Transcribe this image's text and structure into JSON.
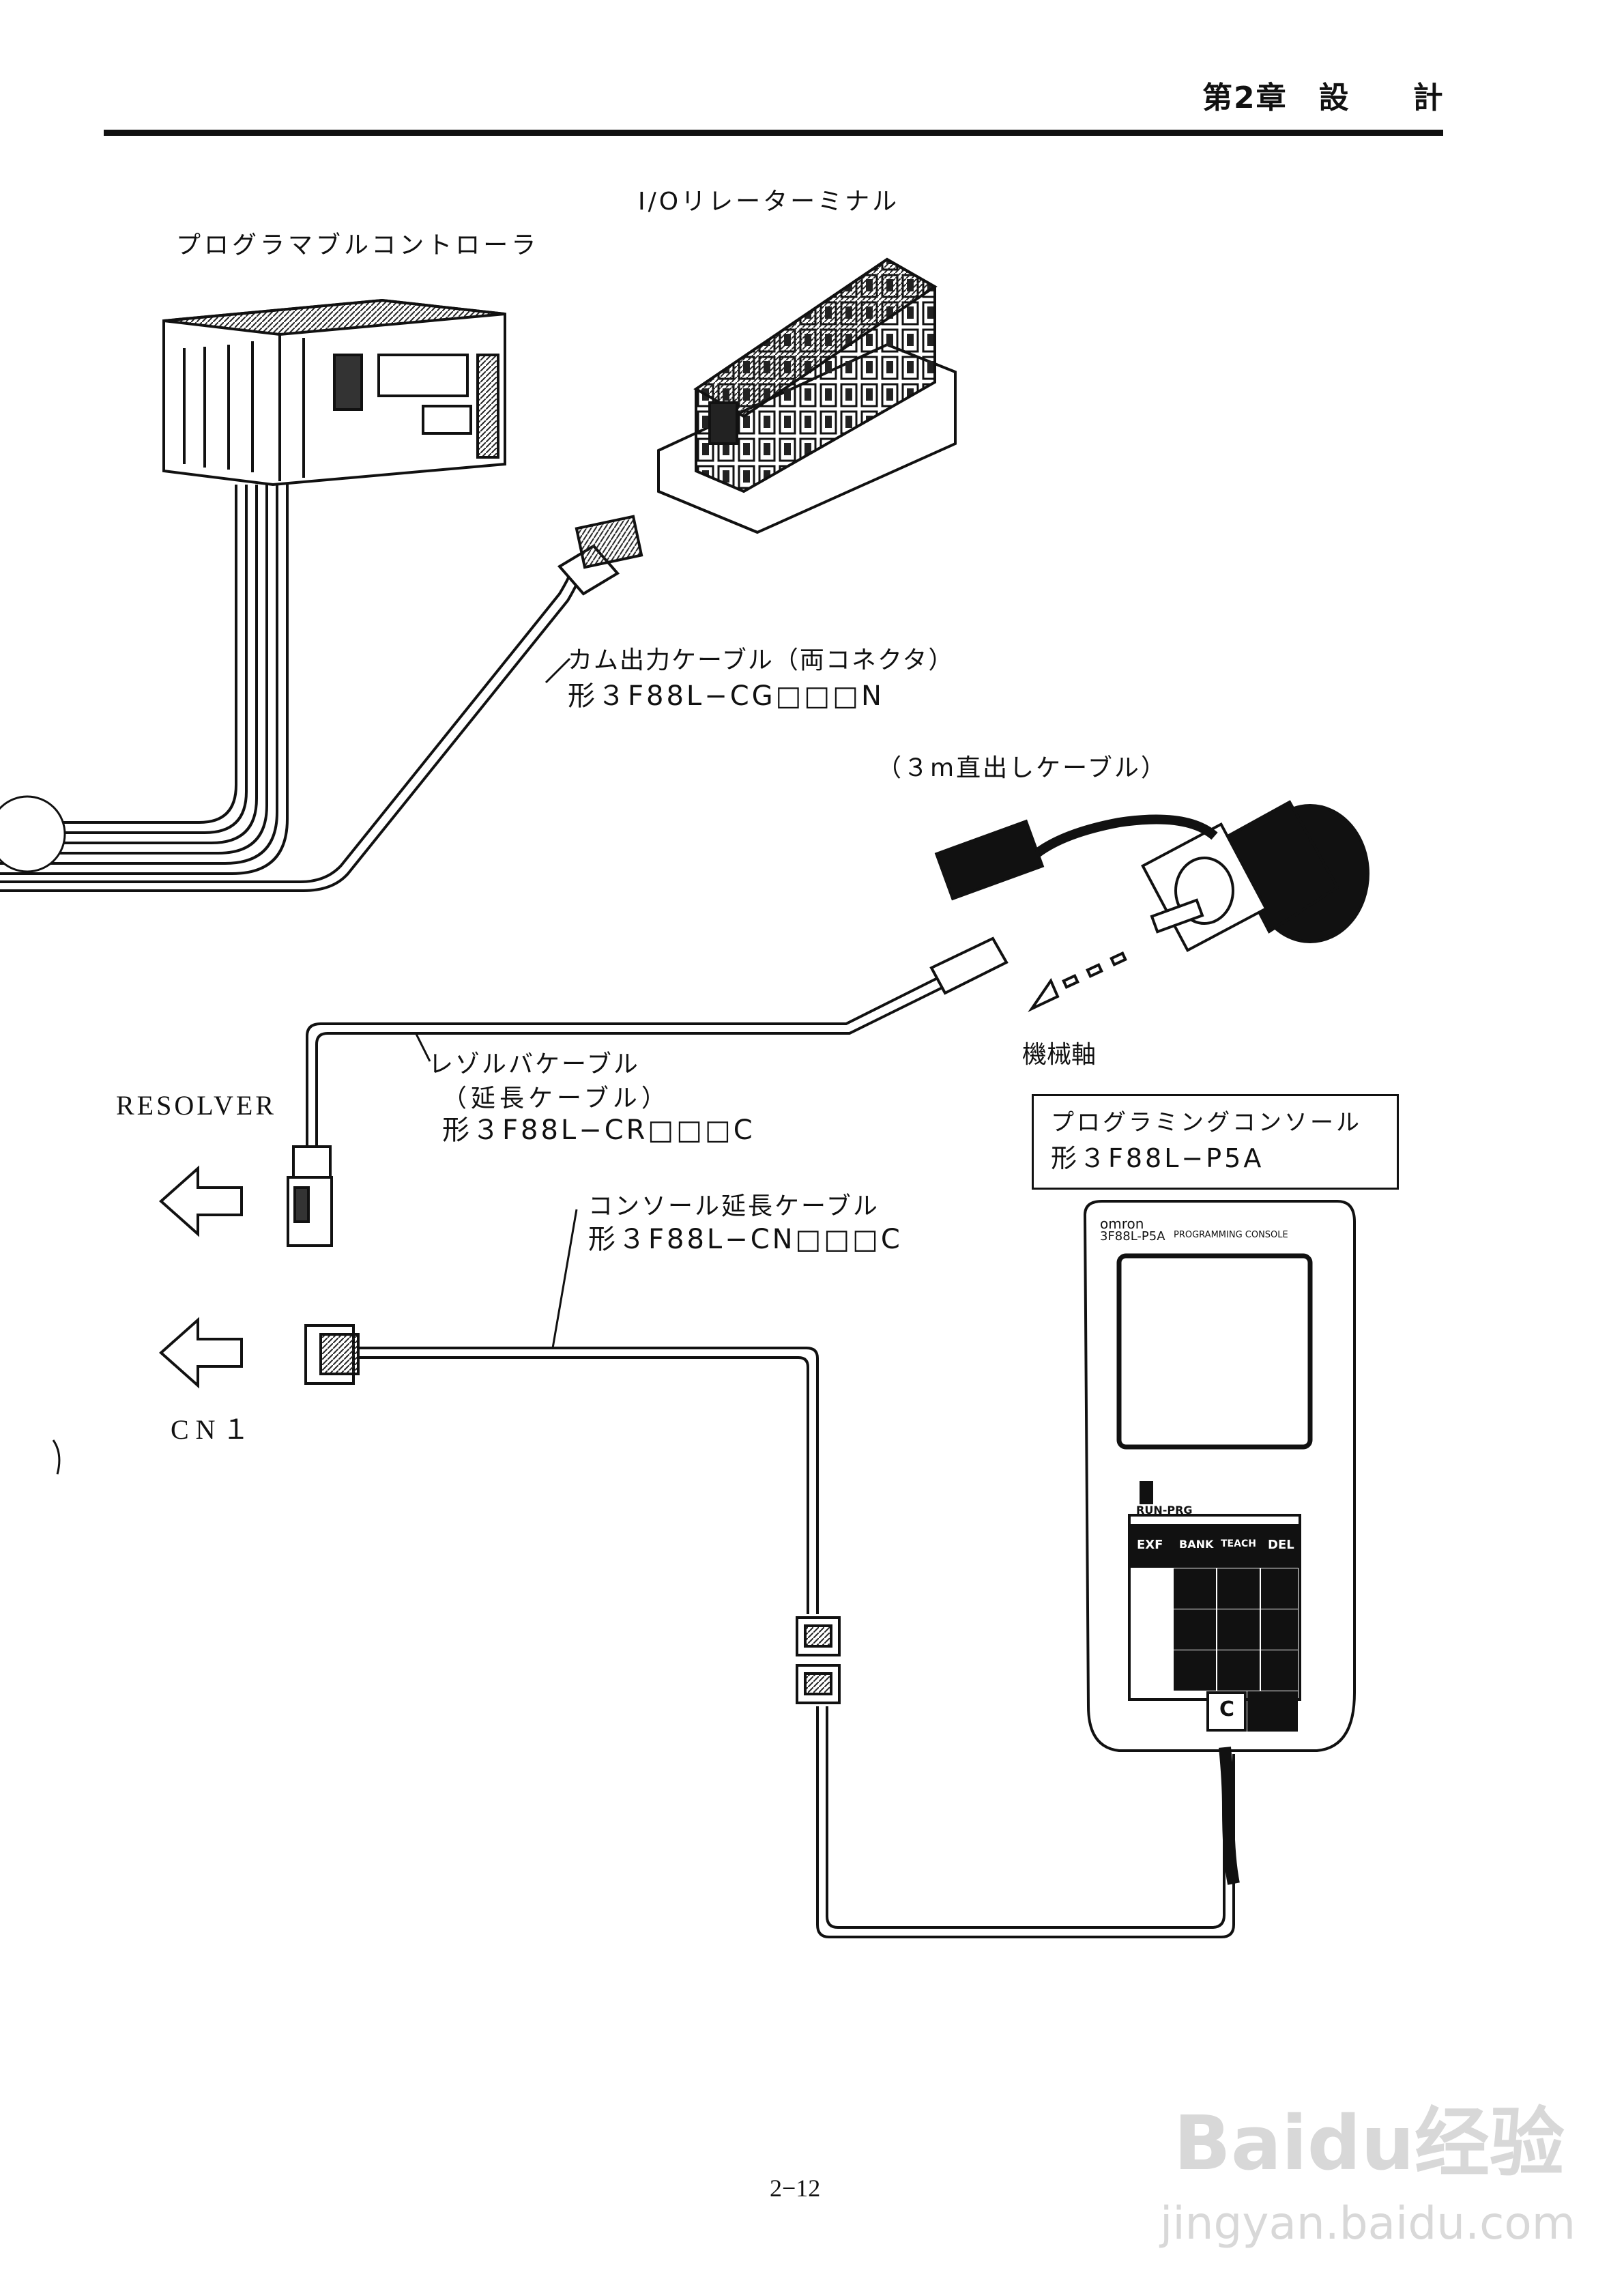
{
  "header": {
    "chapter": "第2章　設　　計"
  },
  "labels": {
    "plc": "プログラマブルコントローラ",
    "io_terminal": "I/Oリレーターミナル",
    "cam_cable_name": "カム出力ケーブル（両コネクタ）",
    "cam_cable_model": "形３F88L−CG□□□N",
    "direct_cable": "（３m直出しケーブル）",
    "machine_axis": "機械軸",
    "resolver": "RESOLVER",
    "resolver_cable_name": "レゾルバケーブル",
    "resolver_cable_sub": "（延長ケーブル）",
    "resolver_cable_model": "形３F88L−CR□□□C",
    "console_box_name": "プログラミングコンソール",
    "console_box_model": "形３F88L−P5A",
    "console_cable_name": "コンソール延長ケーブル",
    "console_cable_model": "形３F88L−CN□□□C",
    "cn1": "CN１"
  },
  "console_device": {
    "brand": "omron",
    "model": "3F88L-P5A",
    "title": "PROGRAMMING CONSOLE",
    "switch_label": "RUN-PRG",
    "keys": [
      "EXF",
      "BANK",
      "TEACH",
      "DEL"
    ],
    "clear_key": "C"
  },
  "footer": {
    "page": "2−12"
  },
  "watermark": {
    "brand": "Baidu经验",
    "url": "jingyan.baidu.com"
  },
  "colors": {
    "ink": "#111111",
    "paper": "#ffffff",
    "watermark": "#d8d8d8"
  }
}
